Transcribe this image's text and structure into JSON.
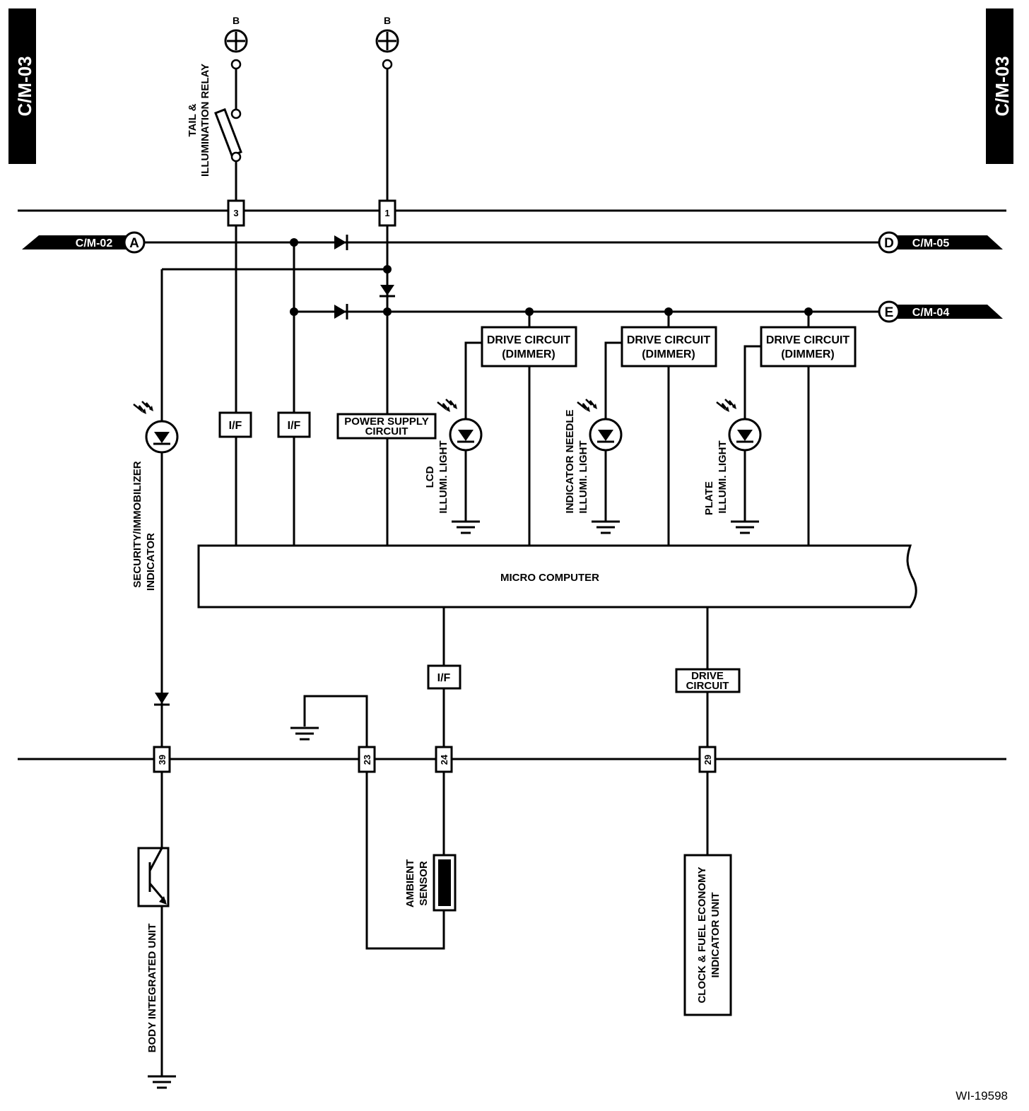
{
  "page_tag": "C/M-03",
  "figure_id": "WI-19598",
  "power": {
    "left": "B",
    "right": "B"
  },
  "relay_label": [
    "TAIL &",
    "ILLUMINATION RELAY"
  ],
  "connectors": {
    "c_a": {
      "letter": "A",
      "label": "C/M-02"
    },
    "c_d": {
      "letter": "D",
      "label": "C/M-05"
    },
    "c_e": {
      "letter": "E",
      "label": "C/M-04"
    }
  },
  "pins": {
    "p3": "3",
    "p1": "1",
    "p39": "39",
    "p23": "23",
    "p24": "24",
    "p29": "29"
  },
  "blocks": {
    "if": "I/F",
    "power_supply": [
      "POWER SUPPLY",
      "CIRCUIT"
    ],
    "drive_dimmer": [
      "DRIVE CIRCUIT",
      "(DIMMER)"
    ],
    "micro": "MICRO COMPUTER",
    "drive_circuit": [
      "DRIVE",
      "CIRCUIT"
    ]
  },
  "lights": {
    "lcd": [
      "LCD",
      "ILLUMI. LIGHT"
    ],
    "needle": [
      "INDICATOR NEEDLE",
      "ILLUMI. LIGHT"
    ],
    "plate": [
      "PLATE",
      "ILLUMI. LIGHT"
    ]
  },
  "security_label": [
    "SECURITY/IMMOBILIZER",
    "INDICATOR"
  ],
  "body_unit": "BODY INTEGRATED UNIT",
  "ambient_sensor": [
    "AMBIENT",
    "SENSOR"
  ],
  "clock_unit": [
    "CLOCK & FUEL ECONOMY",
    "INDICATOR UNIT"
  ]
}
